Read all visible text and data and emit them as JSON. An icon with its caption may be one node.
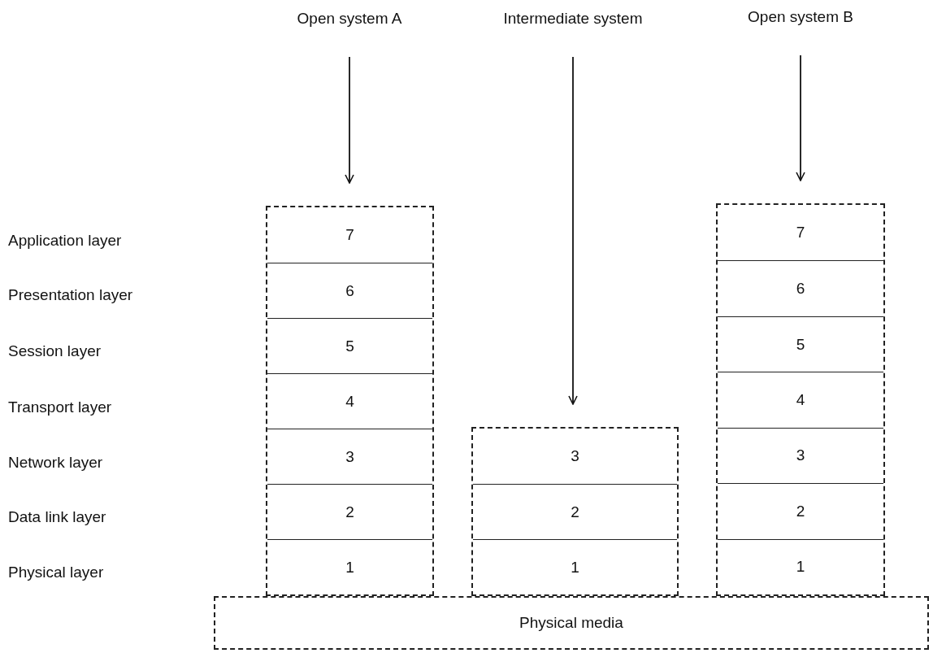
{
  "diagram": {
    "nodes": [
      {
        "text": [
          "Open system A"
        ]
      },
      {
        "text": [
          "Intermediate system"
        ]
      },
      {
        "text": [
          "Open system B"
        ]
      },
      {
        "text": [],
        "shape": "box"
      },
      {
        "text": [
          "7"
        ],
        "in": 3
      },
      {
        "text": [
          "6"
        ],
        "in": 3
      },
      {
        "text": [
          "5"
        ],
        "in": 3
      },
      {
        "text": [
          "4"
        ],
        "in": 3
      },
      {
        "text": [
          "3"
        ],
        "in": 3
      },
      {
        "text": [
          "2"
        ],
        "in": 3
      },
      {
        "text": [
          "1"
        ],
        "in": 3
      },
      {
        "text": [],
        "shape": "box"
      },
      {
        "text": [
          "3"
        ],
        "in": 11
      },
      {
        "text": [
          "2"
        ],
        "in": 11
      },
      {
        "text": [
          "1"
        ],
        "in": 11
      },
      {
        "text": [],
        "shape": "box"
      },
      {
        "text": [
          "7"
        ],
        "in": 15
      },
      {
        "text": [
          "6"
        ],
        "in": 15
      },
      {
        "text": [
          "5"
        ],
        "in": 15
      },
      {
        "text": [
          "4"
        ],
        "in": 15
      },
      {
        "text": [
          "3"
        ],
        "in": 15
      },
      {
        "text": [
          "2"
        ],
        "in": 15
      },
      {
        "text": [
          "1"
        ],
        "in": 15
      },
      {
        "text": [
          "Physical media"
        ]
      }
    ],
    "edges": [
      {
        "from": 0,
        "to": 3,
        "arrow": "to"
      },
      {
        "from": 1,
        "to": 11,
        "arrow": "to"
      },
      {
        "from": 2,
        "to": 15,
        "arrow": "to"
      }
    ],
    "labels": [
      "Application layer",
      "Presentation layer",
      "Session layer",
      "Transport layer",
      "Network layer",
      "Data link layer",
      "Physical layer"
    ]
  }
}
